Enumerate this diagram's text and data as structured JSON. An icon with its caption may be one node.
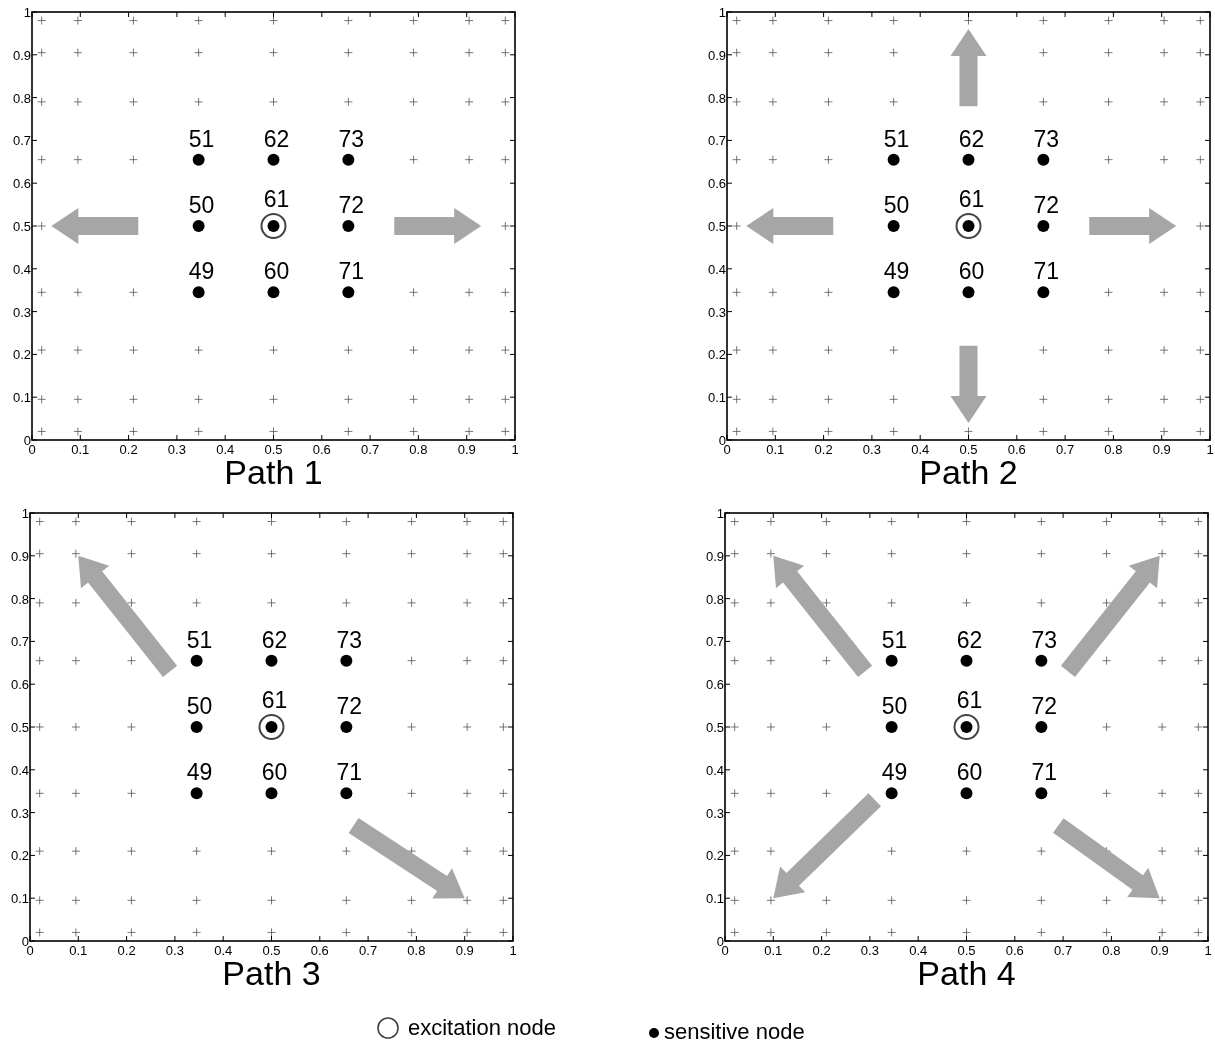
{
  "diagram": {
    "labels": [
      "1",
      "0.9",
      "0.8",
      "0.7",
      "0.6",
      "0.5",
      "0.4",
      "0.3",
      "0.2",
      "0.1",
      "0",
      "0",
      "0.1",
      "0.2",
      "0.3",
      "0.4",
      "0.5",
      "0.6",
      "0.7",
      "0.8",
      "0.9",
      "1",
      "51",
      "62",
      "73",
      "50",
      "61",
      "72",
      "49",
      "60",
      "71",
      "Path 1",
      "1",
      "0.9",
      "0.8",
      "0.7",
      "0.6",
      "0.5",
      "0.4",
      "0.3",
      "0.2",
      "0.1",
      "0",
      "0",
      "0.1",
      "0.2",
      "0.3",
      "0.4",
      "0.5",
      "0.6",
      "0.7",
      "0.8",
      "0.9",
      "1",
      "51",
      "62",
      "73",
      "50",
      "61",
      "72",
      "49",
      "60",
      "71",
      "Path 2",
      "1",
      "0.9",
      "0.8",
      "0.7",
      "0.6",
      "0.5",
      "0.4",
      "0.3",
      "0.2",
      "0.1",
      "0",
      "0",
      "0.1",
      "0.2",
      "0.3",
      "0.4",
      "0.5",
      "0.6",
      "0.7",
      "0.8",
      "0.9",
      "1",
      "51",
      "62",
      "73",
      "50",
      "61",
      "72",
      "49",
      "60",
      "71",
      "Path 3",
      "1",
      "0.9",
      "0.8",
      "0.7",
      "0.6",
      "0.5",
      "0.4",
      "0.3",
      "0.2",
      "0.1",
      "0",
      "0",
      "0.1",
      "0.2",
      "0.3",
      "0.4",
      "0.5",
      "0.6",
      "0.7",
      "0.8",
      "0.9",
      "1",
      "51",
      "62",
      "73",
      "50",
      "61",
      "72",
      "49",
      "60",
      "71",
      "Path 4"
    ],
    "legend": [
      {
        "text": "excitation node"
      },
      {
        "text": "sensitive node"
      }
    ]
  }
}
